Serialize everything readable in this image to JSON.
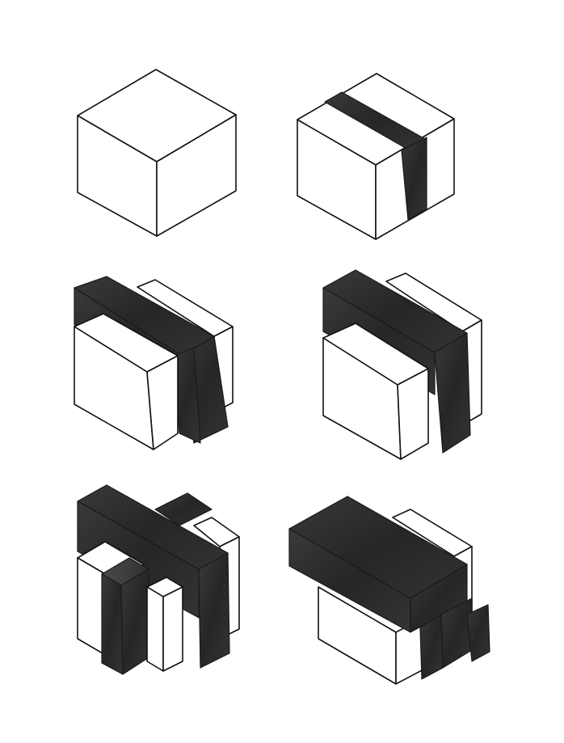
{
  "colors": {
    "background": "#ffffff",
    "ink_dark": "#2a2a2a",
    "ink_mid": "#454545",
    "line": "#111111"
  },
  "diagrams": [
    {
      "name": "step-1-plain-cube"
    },
    {
      "name": "step-2-dark-band-on-cube"
    },
    {
      "name": "step-3-band-splits-volume"
    },
    {
      "name": "step-4-wider-band"
    },
    {
      "name": "step-5-interlocking-bars"
    },
    {
      "name": "step-6-dark-slab-on-top"
    }
  ]
}
